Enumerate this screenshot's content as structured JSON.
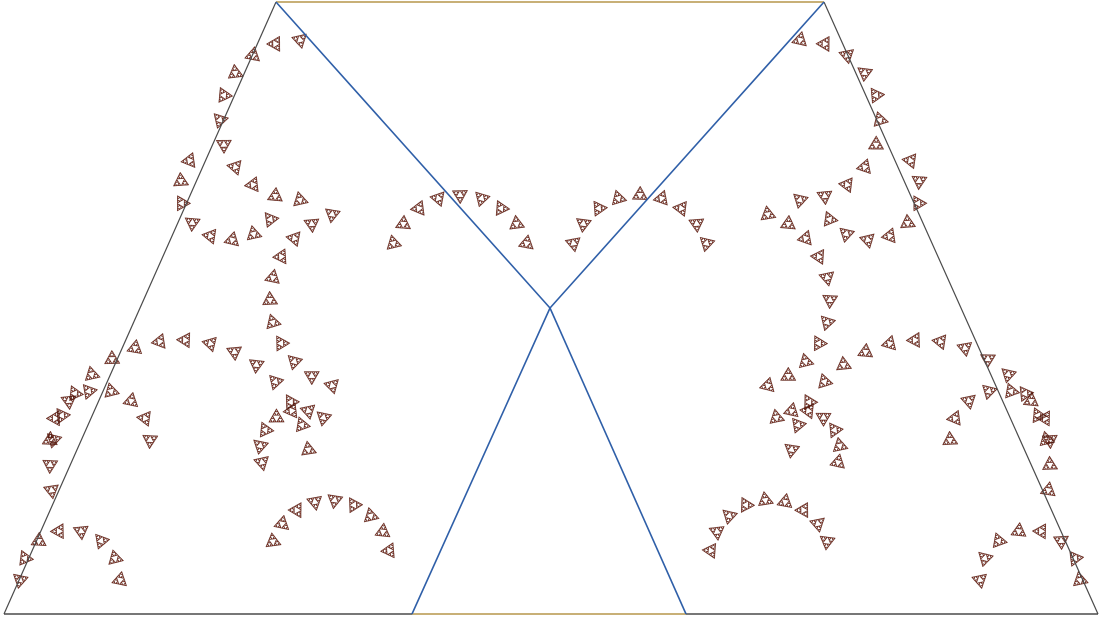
{
  "figure": {
    "description_visible_text": "",
    "colors": {
      "background": "#ffffff",
      "outer_edges": "#4a4a4a",
      "inner_edges": "#2f5fa8",
      "horizontal_edges": "#c8b077",
      "fractal": "#8b2a1a",
      "fractal_dark": "#3a1008"
    },
    "shapes": [
      "left-triangle",
      "right-triangle",
      "top-gap-segment",
      "bottom-gap-segment"
    ],
    "fractal": {
      "kind": "sierpinski-style branching",
      "depth": 4
    }
  }
}
